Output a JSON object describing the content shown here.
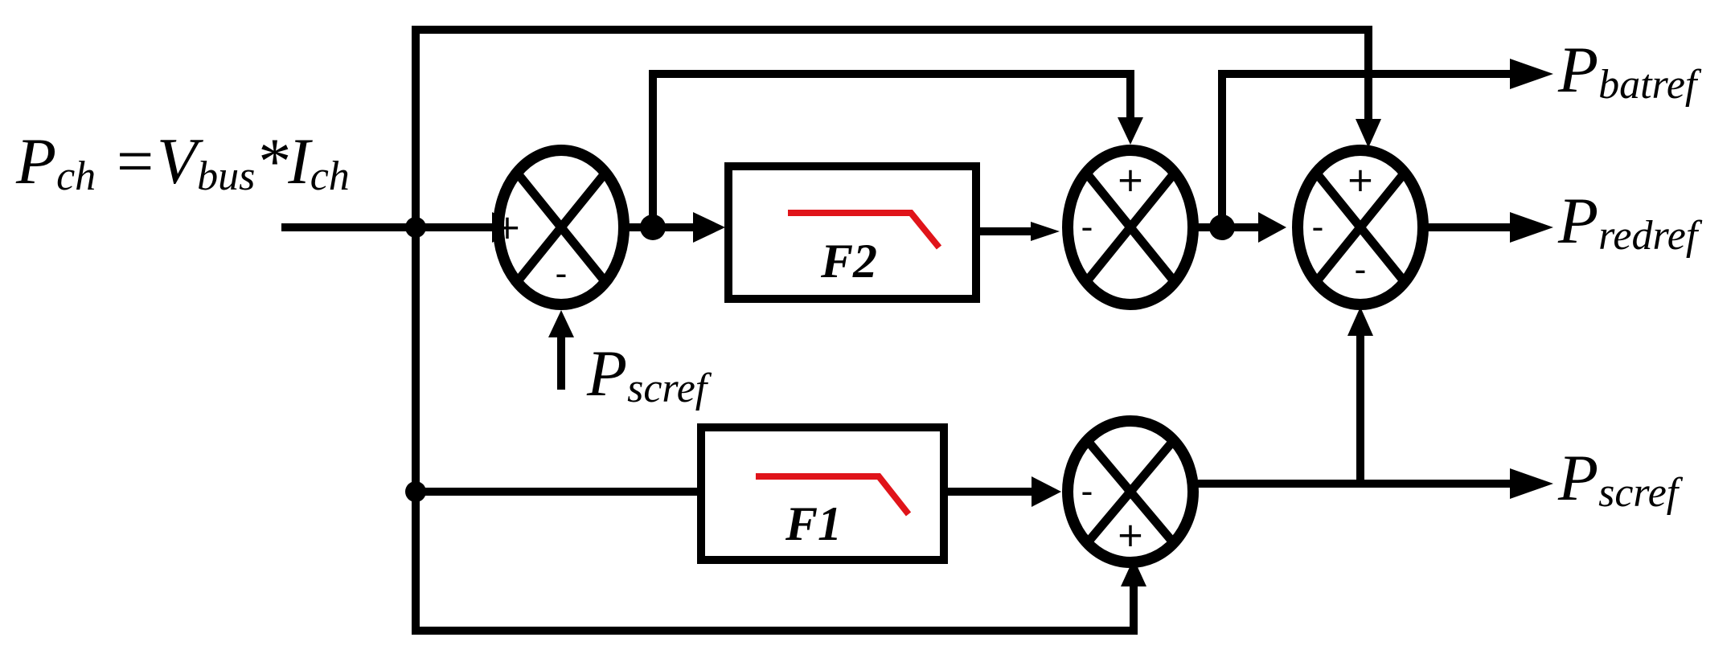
{
  "input_label": {
    "p": "P",
    "p_sub": "ch",
    "eq": " =",
    "v": "V",
    "v_sub": "bus",
    "star": "*",
    "i": "I",
    "i_sub": "ch"
  },
  "outputs": {
    "batref": {
      "main": "P",
      "sub": "batref"
    },
    "redref": {
      "main": "P",
      "sub": "redref"
    },
    "scref": {
      "main": "P",
      "sub": "scref"
    }
  },
  "scref_input": {
    "main": "P",
    "sub": "scref"
  },
  "blocks": {
    "f2": "F2",
    "f1": "F1"
  },
  "signs": {
    "sum1": {
      "left": "+",
      "bottom": "-"
    },
    "sum2": {
      "top": "+",
      "left": "-"
    },
    "sum3": {
      "top": "+",
      "left": "-",
      "bottom": "-"
    },
    "sum4": {
      "left": "-",
      "bottom": "+"
    }
  },
  "colors": {
    "line": "#000000",
    "filter_curve": "#e0141a"
  }
}
